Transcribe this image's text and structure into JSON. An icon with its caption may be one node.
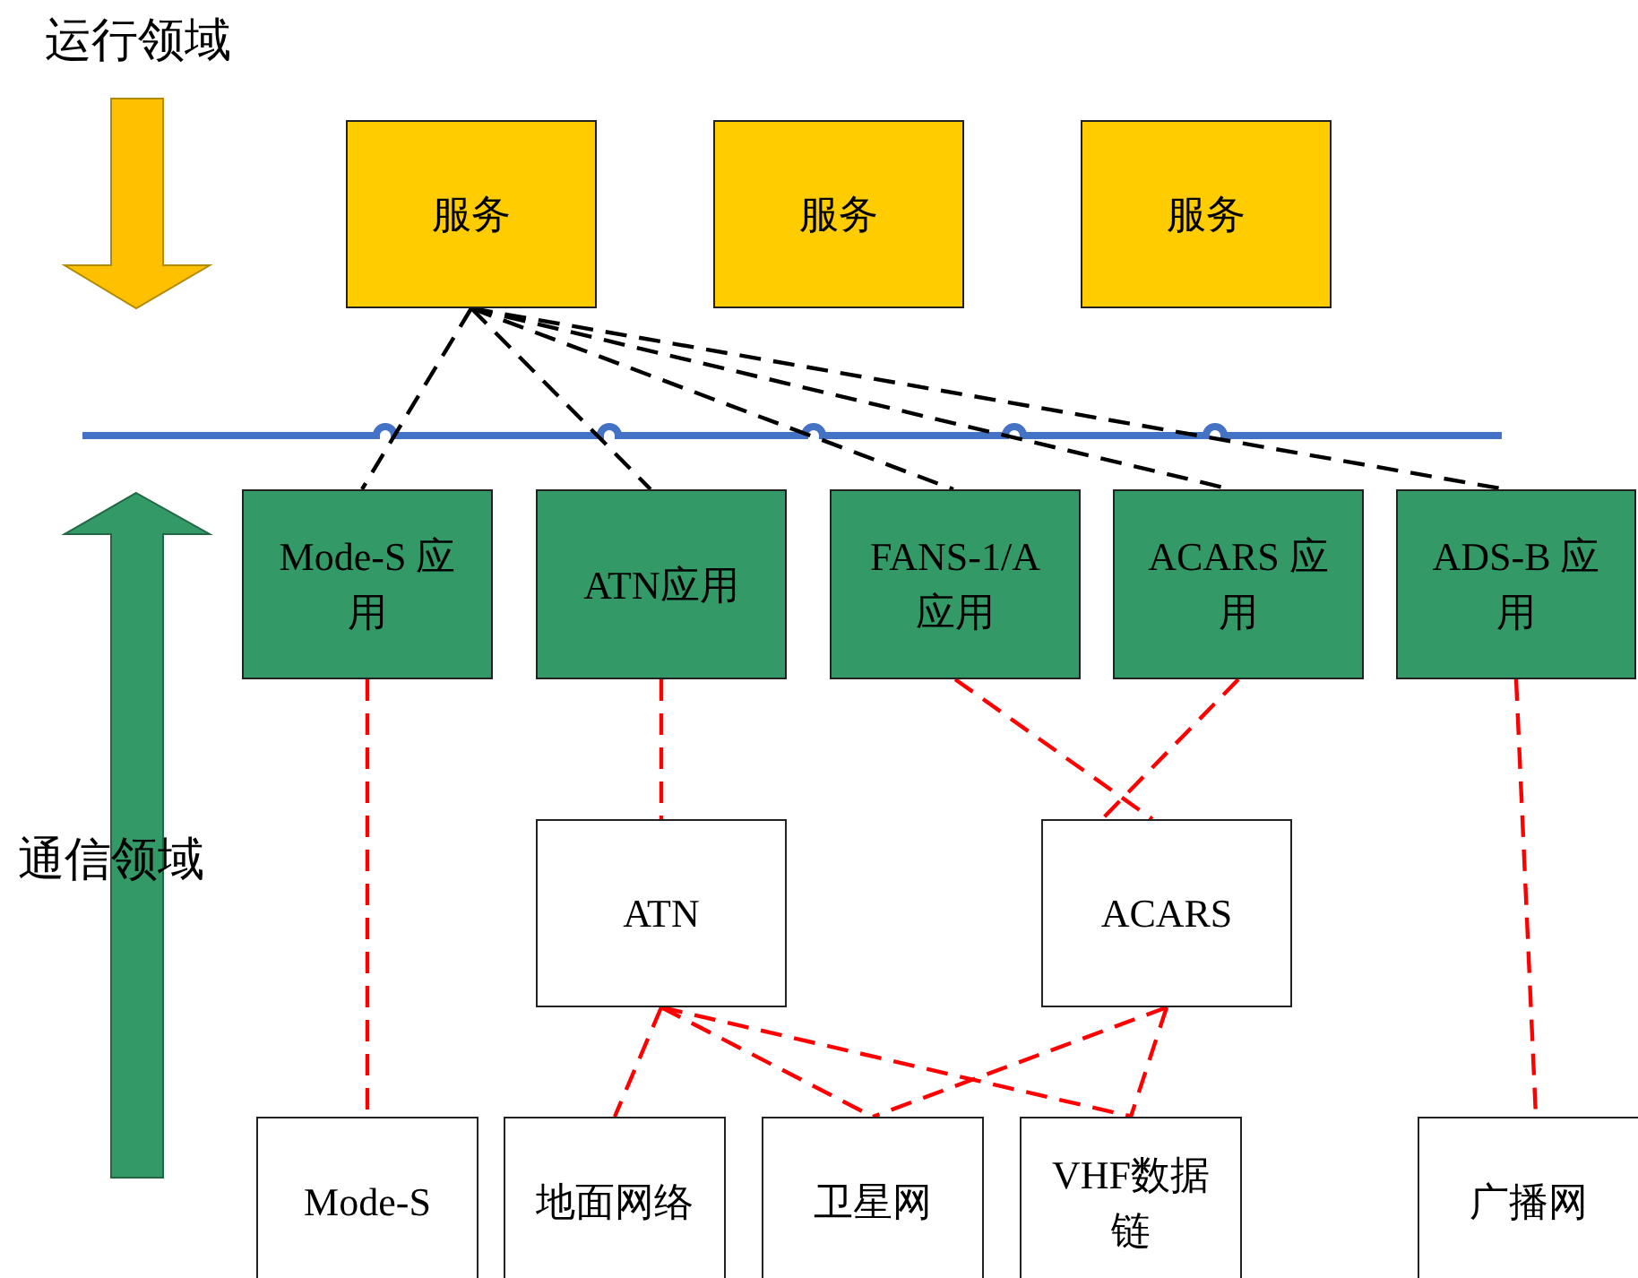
{
  "diagram": {
    "nodes": [
      {
        "text": [
          "服务"
        ]
      },
      {
        "text": [
          "服务"
        ]
      },
      {
        "text": [
          "服务"
        ]
      },
      {
        "text": [
          "Mode-S 应用"
        ]
      },
      {
        "text": [
          "ATN应用"
        ]
      },
      {
        "text": [
          "FANS-1/A 应用"
        ]
      },
      {
        "text": [
          "ACARS 应用"
        ]
      },
      {
        "text": [
          "ADS-B 应用"
        ]
      },
      {
        "text": [
          "ATN"
        ]
      },
      {
        "text": [
          "ACARS"
        ]
      },
      {
        "text": [
          "Mode-S"
        ]
      },
      {
        "text": [
          "地面网络"
        ]
      },
      {
        "text": [
          "卫星网"
        ]
      },
      {
        "text": [
          "VHF数据链"
        ]
      },
      {
        "text": [
          "广播网"
        ]
      }
    ],
    "edges": [
      {
        "from": 0,
        "to": 3,
        "arrow": "none",
        "style": "dashed",
        "color": "#000000"
      },
      {
        "from": 0,
        "to": 4,
        "arrow": "none",
        "style": "dashed",
        "color": "#000000"
      },
      {
        "from": 0,
        "to": 5,
        "arrow": "none",
        "style": "dashed",
        "color": "#000000"
      },
      {
        "from": 0,
        "to": 6,
        "arrow": "none",
        "style": "dashed",
        "color": "#000000"
      },
      {
        "from": 0,
        "to": 7,
        "arrow": "none",
        "style": "dashed",
        "color": "#000000"
      },
      {
        "from": 3,
        "to": 10,
        "arrow": "none",
        "style": "dashed"
      },
      {
        "from": 4,
        "to": 8,
        "arrow": "none",
        "style": "dashed"
      },
      {
        "from": 5,
        "to": 9,
        "arrow": "none",
        "style": "dashed"
      },
      {
        "from": 6,
        "to": 9,
        "arrow": "none",
        "style": "dashed"
      },
      {
        "from": 7,
        "to": 14,
        "arrow": "none",
        "style": "dashed"
      },
      {
        "from": 8,
        "to": 11,
        "arrow": "none",
        "style": "dashed"
      },
      {
        "from": 8,
        "to": 12,
        "arrow": "none",
        "style": "dashed"
      },
      {
        "from": 8,
        "to": 13,
        "arrow": "none",
        "style": "dashed"
      },
      {
        "from": 9,
        "to": 12,
        "arrow": "none",
        "style": "dashed"
      },
      {
        "from": 9,
        "to": 13,
        "arrow": "none",
        "style": "dashed"
      }
    ],
    "labels": [
      "运行领域",
      "通信领域"
    ]
  }
}
